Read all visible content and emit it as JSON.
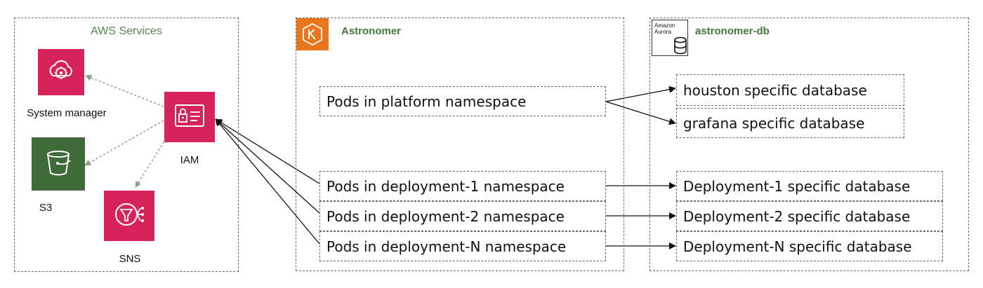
{
  "groups": {
    "aws": {
      "title": "AWS Services"
    },
    "astronomer": {
      "title": "Astronomer"
    },
    "db": {
      "title": "astronomer-db",
      "logo_text": "Amazon Aurora"
    }
  },
  "services": {
    "system_manager": {
      "label": "System manager"
    },
    "iam": {
      "label": "IAM"
    },
    "s3": {
      "label": "S3"
    },
    "sns": {
      "label": "SNS"
    }
  },
  "namespaces": {
    "platform": "Pods in platform namespace",
    "deployment_1": "Pods in deployment-1 namespace",
    "deployment_2": "Pods in deployment-2 namespace",
    "deployment_n": "Pods in deployment-N namespace"
  },
  "databases": {
    "houston": "houston specific database",
    "grafana": "grafana specific database",
    "deployment_1": "Deployment-1 specific database",
    "deployment_2": "Deployment-2 specific database",
    "deployment_n": "Deployment-N specific database"
  },
  "colors": {
    "service_red": "#d6245a",
    "s3_green": "#3f6b39",
    "eks_orange": "#e8761c",
    "group_title_green": "#3f7a3a",
    "edge_dotted": "#8aa384"
  },
  "icons": {
    "system_manager": "cloud-gear-icon",
    "iam": "id-card-lock-icon",
    "s3": "bucket-icon",
    "sns": "funnel-fanout-icon",
    "astronomer": "kubernetes-k-icon",
    "db": "aurora-database-icon"
  }
}
